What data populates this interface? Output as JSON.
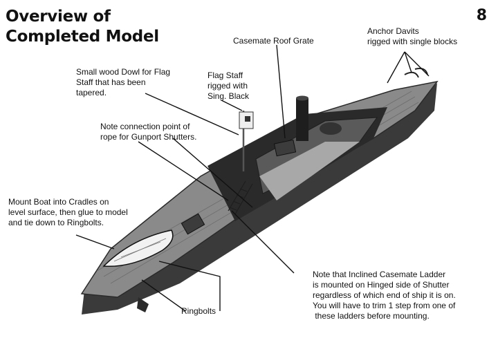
{
  "page": {
    "title_lines": [
      "Overview of",
      "Completed Model"
    ],
    "page_number": "8"
  },
  "callouts": {
    "casemate_roof_grate": [
      "Casemate Roof Grate"
    ],
    "anchor_davits": [
      "Anchor Davits",
      "rigged with single blocks"
    ],
    "flag_staff": [
      "Flag Staff",
      "rigged with",
      "Sing. Black"
    ],
    "wood_dowl": [
      "Small wood Dowl for Flag",
      "Staff that has been",
      "tapered."
    ],
    "gunport_shutters": [
      "Note connection point of",
      "rope for Gunport Shutters."
    ],
    "mount_boat": [
      "Mount Boat into Cradles on",
      "level surface, then glue to model",
      "and tie down to Ringbolts."
    ],
    "ringbolts": [
      "Ringbolts"
    ],
    "casemate_ladder": [
      "Note that Inclined Casemate Ladder",
      "is mounted on Hinged side of Shutter",
      "regardless of which end of ship it is on.",
      "You will have to trim 1 step from one of",
      " these ladders before mounting."
    ]
  },
  "colors": {
    "hull_dark": "#3a3a3a",
    "deck": "#8a8a8a",
    "deck_light": "#a8a8a8",
    "casemate_dark": "#1e1e1e",
    "leader_line": "#111111"
  }
}
